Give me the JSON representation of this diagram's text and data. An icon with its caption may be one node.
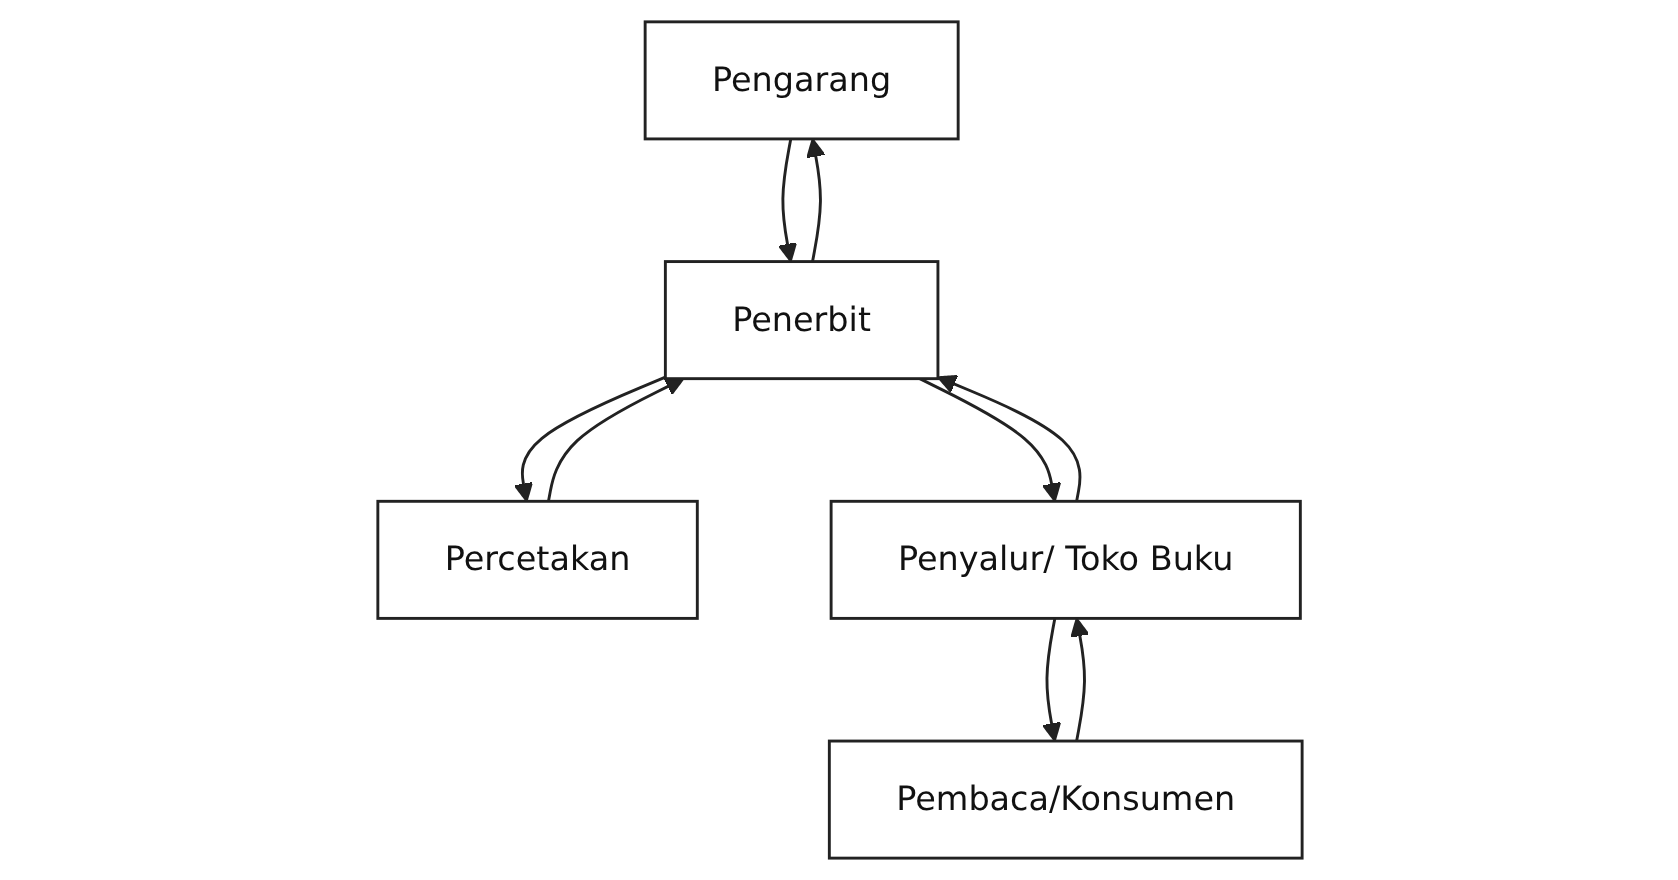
{
  "diagram": {
    "nodes": [
      {
        "text": [
          "Pengarang"
        ]
      },
      {
        "text": [
          "Penerbit"
        ]
      },
      {
        "text": [
          "Percetakan"
        ]
      },
      {
        "text": [
          "Penyalur/ Toko Buku"
        ]
      },
      {
        "text": [
          "Pembaca/Konsumen"
        ]
      }
    ],
    "edges": [
      {
        "from": 0,
        "to": 1,
        "arrow": "to"
      },
      {
        "from": 1,
        "to": 0,
        "arrow": "to"
      },
      {
        "from": 1,
        "to": 2,
        "arrow": "to"
      },
      {
        "from": 2,
        "to": 1,
        "arrow": "to"
      },
      {
        "from": 1,
        "to": 3,
        "arrow": "to"
      },
      {
        "from": 3,
        "to": 1,
        "arrow": "to"
      },
      {
        "from": 3,
        "to": 4,
        "arrow": "to"
      },
      {
        "from": 4,
        "to": 3,
        "arrow": "to"
      }
    ]
  }
}
